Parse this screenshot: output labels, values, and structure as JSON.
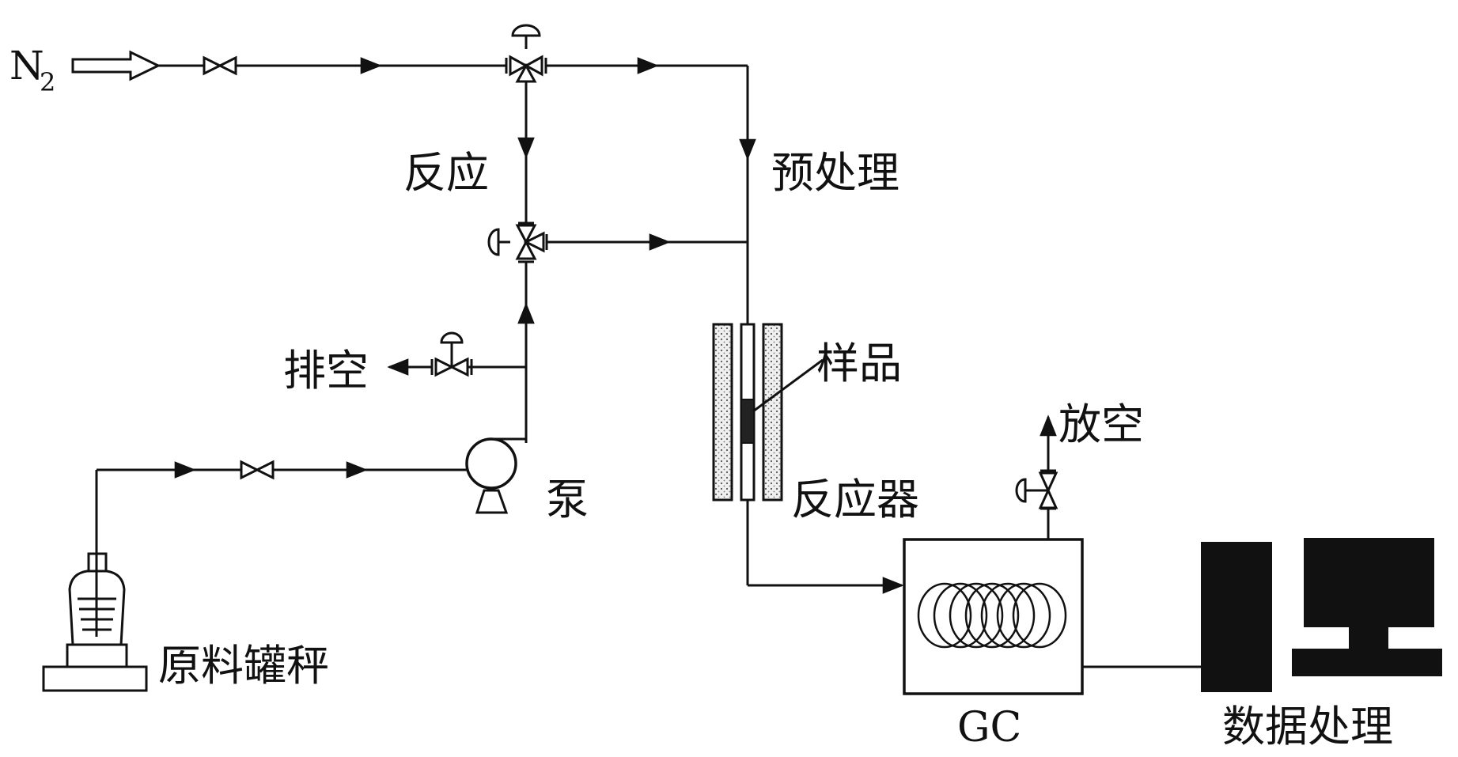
{
  "inlet": {
    "gas": "N",
    "subscript": "2"
  },
  "labels": {
    "reaction": "反应",
    "pretreatment": "预处理",
    "vent_exhaust": "排空",
    "sample": "样品",
    "pump": "泵",
    "reactor": "反应器",
    "vent_release": "放空",
    "feed_tank_scale": "原料罐秤",
    "gc": "GC",
    "data_processing": "数据处理"
  },
  "colors": {
    "line": "#111111",
    "background": "#ffffff",
    "furnace_fill": "#e9e9e9"
  },
  "icons": [
    "inlet-arrow-icon",
    "needle-valve-icon",
    "three-way-valve-icon",
    "control-valve-icon",
    "pump-icon",
    "feed-tank-icon",
    "gc-coil-icon",
    "computer-tower-icon",
    "monitor-icon"
  ]
}
